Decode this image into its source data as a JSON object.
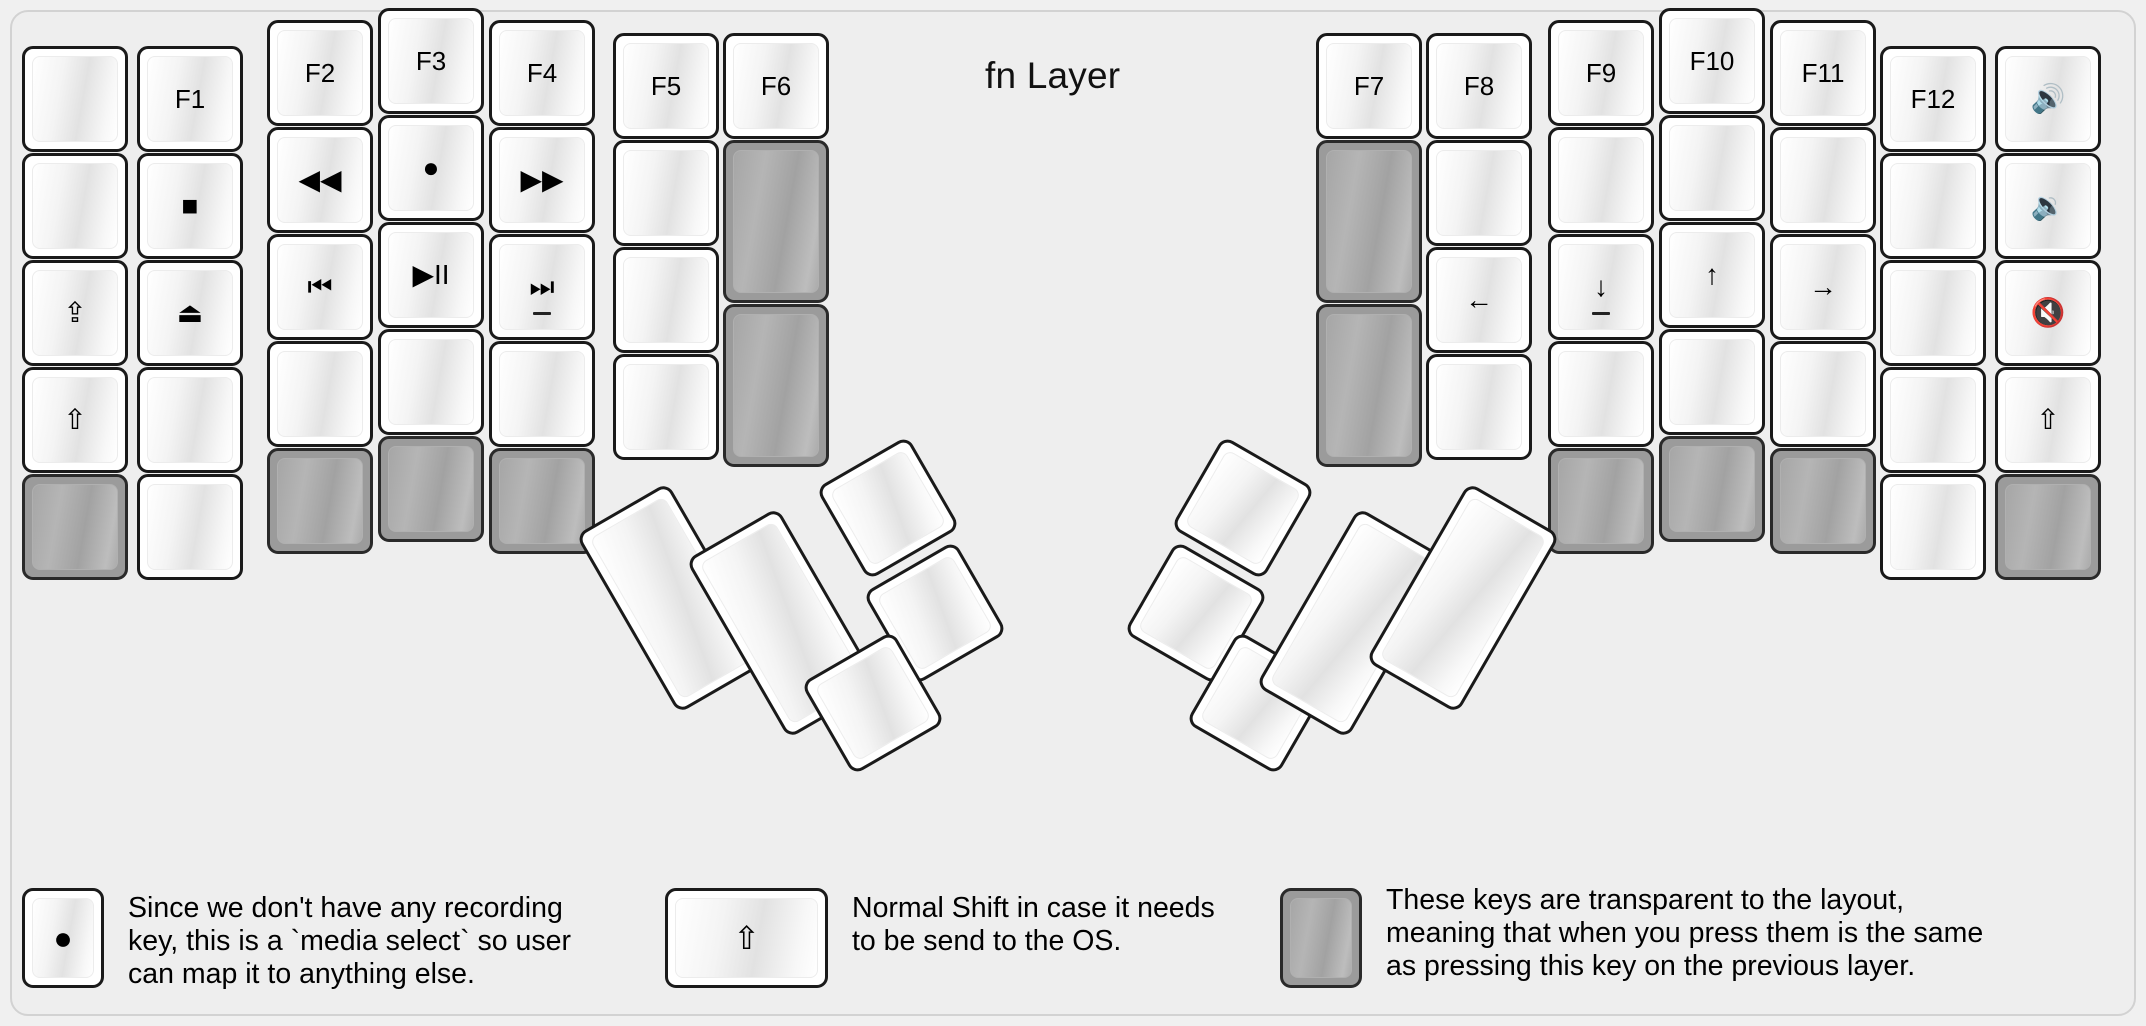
{
  "page": {
    "title": "fn Layer",
    "background_color": "#efefef",
    "key_fill": "#ffffff",
    "transparent_key_fill": "#9b9b9b",
    "outline_color": "#1a1a1a"
  },
  "keyboard": {
    "left_half": {
      "columns": [
        {
          "name": "pinky-outer",
          "keys": [
            {
              "label": "",
              "type": "normal"
            },
            {
              "label": "",
              "type": "normal"
            },
            {
              "label": "⇪",
              "icon": "caps-lock-icon",
              "type": "normal"
            },
            {
              "label": "⇧",
              "icon": "shift-icon",
              "type": "normal"
            },
            {
              "label": "",
              "type": "transparent"
            }
          ]
        },
        {
          "name": "pinky",
          "keys": [
            {
              "label": "F1",
              "type": "normal"
            },
            {
              "label": "■",
              "icon": "media-stop-icon",
              "type": "normal"
            },
            {
              "label": "⏏",
              "icon": "media-eject-icon",
              "type": "normal"
            },
            {
              "label": "",
              "type": "normal"
            },
            {
              "label": "",
              "type": "normal"
            }
          ]
        },
        {
          "name": "ring",
          "keys": [
            {
              "label": "F2",
              "type": "normal"
            },
            {
              "label": "◀◀",
              "icon": "media-rewind-icon",
              "type": "normal"
            },
            {
              "label": "⏮",
              "icon": "media-previous-icon",
              "type": "normal"
            },
            {
              "label": "",
              "type": "normal"
            },
            {
              "label": "",
              "type": "transparent"
            }
          ]
        },
        {
          "name": "middle",
          "keys": [
            {
              "label": "F3",
              "type": "normal"
            },
            {
              "label": "●",
              "icon": "media-record-icon",
              "type": "normal"
            },
            {
              "label": "▶II",
              "icon": "media-play-pause-icon",
              "type": "normal"
            },
            {
              "label": "",
              "type": "normal"
            },
            {
              "label": "",
              "type": "transparent"
            }
          ]
        },
        {
          "name": "index",
          "keys": [
            {
              "label": "F4",
              "type": "normal"
            },
            {
              "label": "▶▶",
              "icon": "media-fast-forward-icon",
              "type": "normal"
            },
            {
              "label": "⏭",
              "icon": "media-next-icon",
              "type": "normal",
              "sub": "dash"
            },
            {
              "label": "",
              "type": "normal"
            },
            {
              "label": "",
              "type": "transparent"
            }
          ]
        },
        {
          "name": "index-inner",
          "keys": [
            {
              "label": "F5",
              "type": "normal"
            },
            {
              "label": "",
              "type": "normal"
            },
            {
              "label": "",
              "type": "normal"
            },
            {
              "label": "",
              "type": "normal"
            }
          ]
        },
        {
          "name": "inner-extra",
          "keys": [
            {
              "label": "F6",
              "type": "normal"
            },
            {
              "label": "",
              "type": "transparent",
              "size": "1.5u"
            },
            {
              "label": "",
              "type": "transparent",
              "size": "1.5u"
            }
          ]
        }
      ],
      "thumb_cluster": [
        {
          "name": "thumb-big-1",
          "label": "",
          "type": "normal",
          "size": "2u"
        },
        {
          "name": "thumb-big-2",
          "label": "",
          "type": "normal",
          "size": "2u"
        },
        {
          "name": "thumb-small-top",
          "label": "",
          "type": "normal",
          "size": "1u"
        },
        {
          "name": "thumb-small-mid",
          "label": "",
          "type": "normal",
          "size": "1u"
        },
        {
          "name": "thumb-small-bot",
          "label": "",
          "type": "normal",
          "size": "1u"
        }
      ]
    },
    "right_half": {
      "columns": [
        {
          "name": "inner-extra",
          "keys": [
            {
              "label": "F7",
              "type": "normal"
            },
            {
              "label": "",
              "type": "transparent",
              "size": "1.5u"
            },
            {
              "label": "",
              "type": "transparent",
              "size": "1.5u"
            }
          ]
        },
        {
          "name": "index-inner",
          "keys": [
            {
              "label": "F8",
              "type": "normal"
            },
            {
              "label": "",
              "type": "normal"
            },
            {
              "label": "←",
              "icon": "arrow-left-icon",
              "type": "normal"
            },
            {
              "label": "",
              "type": "normal"
            }
          ]
        },
        {
          "name": "index",
          "keys": [
            {
              "label": "F9",
              "type": "normal"
            },
            {
              "label": "",
              "type": "normal"
            },
            {
              "label": "↓",
              "icon": "arrow-down-icon",
              "type": "normal",
              "sub": "dash"
            },
            {
              "label": "",
              "type": "normal"
            },
            {
              "label": "",
              "type": "transparent"
            }
          ]
        },
        {
          "name": "middle",
          "keys": [
            {
              "label": "F10",
              "type": "normal"
            },
            {
              "label": "",
              "type": "normal"
            },
            {
              "label": "↑",
              "icon": "arrow-up-icon",
              "type": "normal"
            },
            {
              "label": "",
              "type": "normal"
            },
            {
              "label": "",
              "type": "transparent"
            }
          ]
        },
        {
          "name": "ring",
          "keys": [
            {
              "label": "F11",
              "type": "normal"
            },
            {
              "label": "",
              "type": "normal"
            },
            {
              "label": "→",
              "icon": "arrow-right-icon",
              "type": "normal"
            },
            {
              "label": "",
              "type": "normal"
            },
            {
              "label": "",
              "type": "transparent"
            }
          ]
        },
        {
          "name": "pinky",
          "keys": [
            {
              "label": "F12",
              "type": "normal"
            },
            {
              "label": "",
              "type": "normal"
            },
            {
              "label": "",
              "type": "normal"
            },
            {
              "label": "",
              "type": "normal"
            },
            {
              "label": "",
              "type": "normal"
            }
          ]
        },
        {
          "name": "pinky-outer",
          "keys": [
            {
              "label": "🔊",
              "icon": "volume-up-icon",
              "type": "normal"
            },
            {
              "label": "🔉",
              "icon": "volume-down-icon",
              "type": "normal"
            },
            {
              "label": "🔇",
              "icon": "volume-mute-icon",
              "type": "normal"
            },
            {
              "label": "⇧",
              "icon": "shift-icon",
              "type": "normal"
            },
            {
              "label": "",
              "type": "transparent"
            }
          ]
        }
      ],
      "thumb_cluster": [
        {
          "name": "thumb-small-top",
          "label": "",
          "type": "normal",
          "size": "1u"
        },
        {
          "name": "thumb-small-mid",
          "label": "",
          "type": "normal",
          "size": "1u"
        },
        {
          "name": "thumb-small-bot",
          "label": "",
          "type": "normal",
          "size": "1u"
        },
        {
          "name": "thumb-big-1",
          "label": "",
          "type": "normal",
          "size": "2u"
        },
        {
          "name": "thumb-big-2",
          "label": "",
          "type": "normal",
          "size": "2u"
        }
      ]
    }
  },
  "legend": {
    "items": [
      {
        "key_glyph": "●",
        "key_icon": "media-record-icon",
        "key_type": "normal",
        "text": "Since we don't have any recording\nkey, this is a `media select` so user\ncan map it to anything else."
      },
      {
        "key_glyph": "⇧",
        "key_icon": "shift-icon",
        "key_type": "normal",
        "text": "Normal Shift in case it needs\nto be send to the OS."
      },
      {
        "key_glyph": "",
        "key_icon": "transparent-key-icon",
        "key_type": "transparent",
        "text": "These keys are transparent to the layout,\nmeaning that when you press them is the same\nas pressing this key on the previous layer."
      }
    ]
  }
}
